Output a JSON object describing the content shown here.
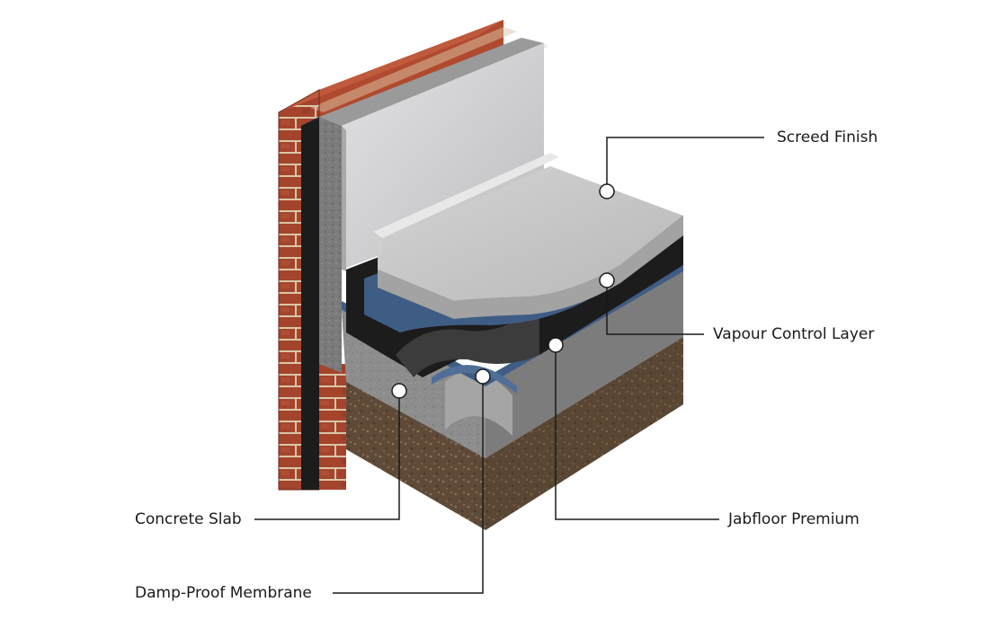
{
  "callouts": {
    "screed_finish": "Screed Finish",
    "vapour_control_layer": "Vapour Control Layer",
    "jabfloor_premium": "Jabfloor Premium",
    "concrete_slab": "Concrete Slab",
    "damp_proof_membrane": "Damp-Proof Membrane"
  },
  "colors": {
    "brick": "#a4442c",
    "mortar": "#d9c6a8",
    "wall_board": "#d6d6d8",
    "insulation_black": "#1c1c1c",
    "screed": "#c9c9c9",
    "membrane_blue": "#3f5d84",
    "concrete": "#8d8d8d",
    "soil": "#5e4a37",
    "leader_line": "#1a1a1a"
  }
}
